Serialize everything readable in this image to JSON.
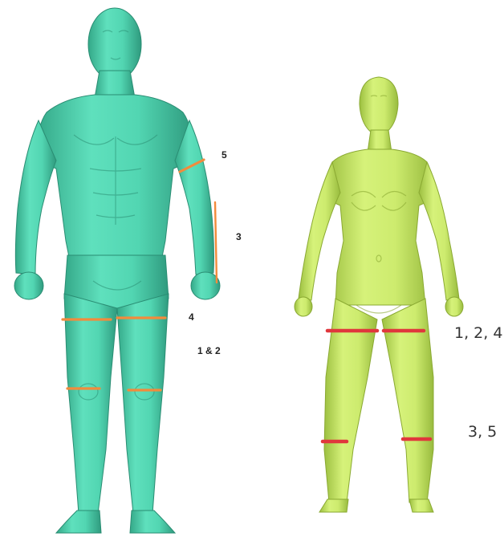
{
  "colors": {
    "male_body": "#4fd6b0",
    "male_shadow": "#2e9c80",
    "male_line": "#f28b3c",
    "female_body": "#c8ea6a",
    "female_shadow": "#93b53a",
    "female_line": "#e0373c",
    "text": "#222222"
  },
  "male": {
    "labels": {
      "l5": "5",
      "l3": "3",
      "l4": "4",
      "l12": "1 & 2"
    }
  },
  "female": {
    "labels": {
      "l124": "1, 2, 4",
      "l35": "3, 5"
    }
  }
}
